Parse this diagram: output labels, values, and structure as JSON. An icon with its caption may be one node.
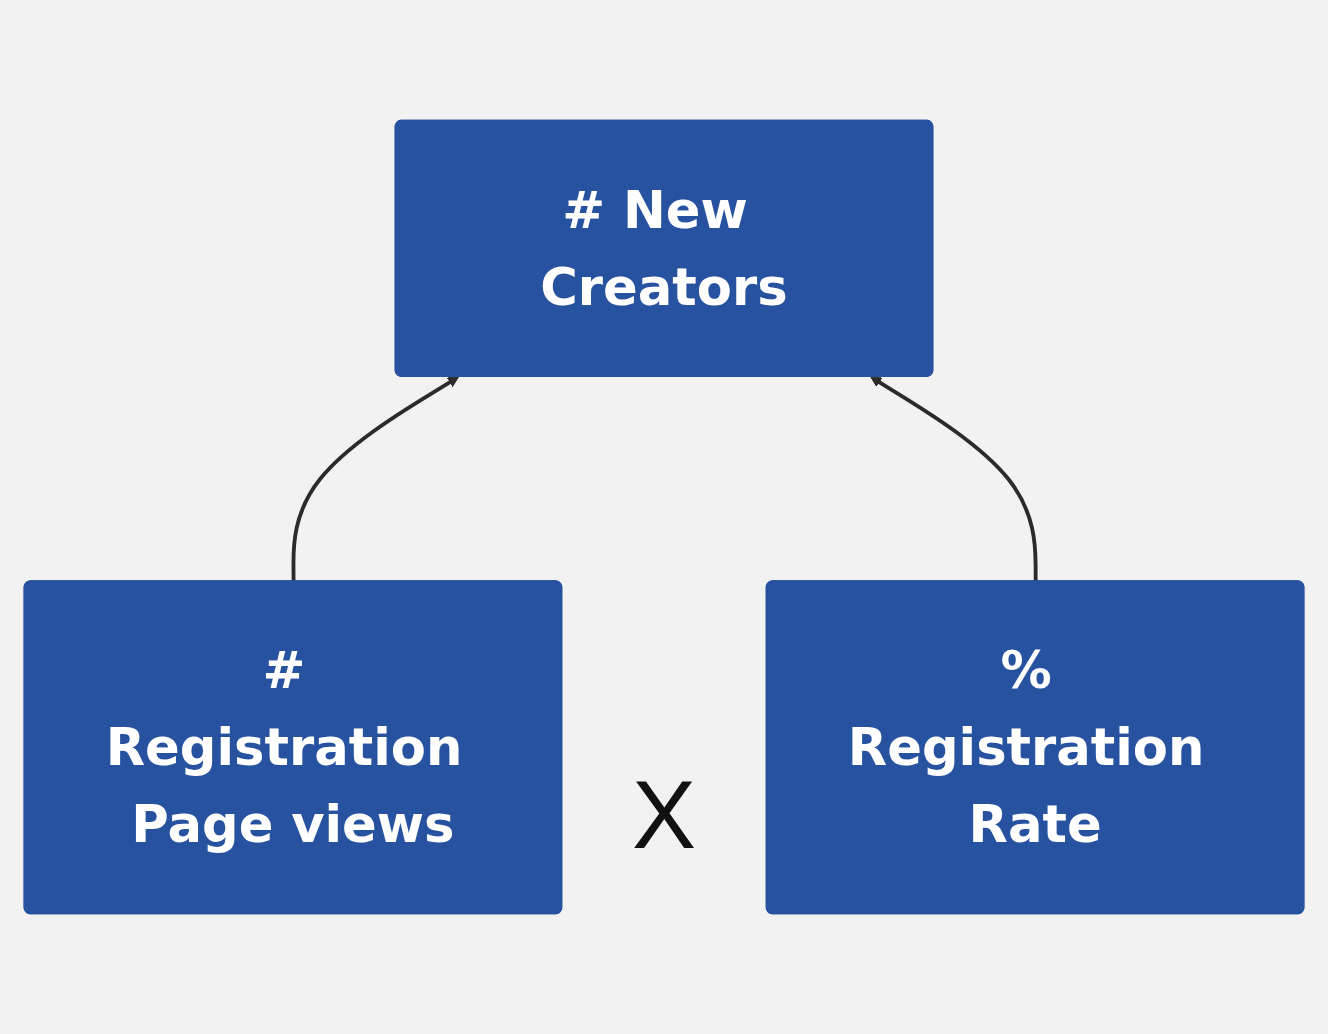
{
  "diagram": {
    "nodes": [
      {
        "text": [
          "# New Creators"
        ]
      },
      {
        "text": [
          "# Registration Page views"
        ]
      },
      {
        "text": [
          "% Registration Rate"
        ]
      }
    ],
    "edges": [
      {
        "from": 1,
        "to": 0,
        "arrow": "to"
      },
      {
        "from": 2,
        "to": 0,
        "arrow": "to"
      }
    ],
    "labels": [
      "X"
    ]
  }
}
